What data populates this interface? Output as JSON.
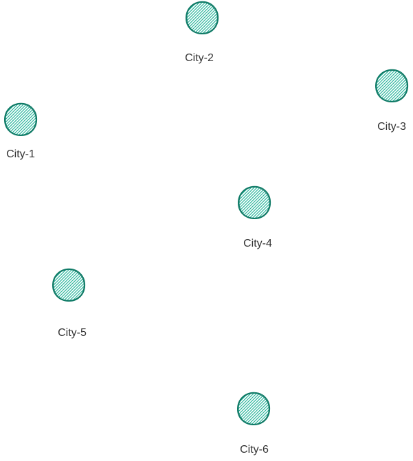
{
  "diagram": {
    "colors": {
      "stroke": "#0f7a66",
      "hatch": "#2bb59c",
      "label": "#333333",
      "background": "#ffffff"
    },
    "node_icon": "hatched-circle-icon",
    "nodes": [
      {
        "id": "city-1",
        "label": "City-1"
      },
      {
        "id": "city-2",
        "label": "City-2"
      },
      {
        "id": "city-3",
        "label": "City-3"
      },
      {
        "id": "city-4",
        "label": "City-4"
      },
      {
        "id": "city-5",
        "label": "City-5"
      },
      {
        "id": "city-6",
        "label": "City-6"
      }
    ]
  }
}
